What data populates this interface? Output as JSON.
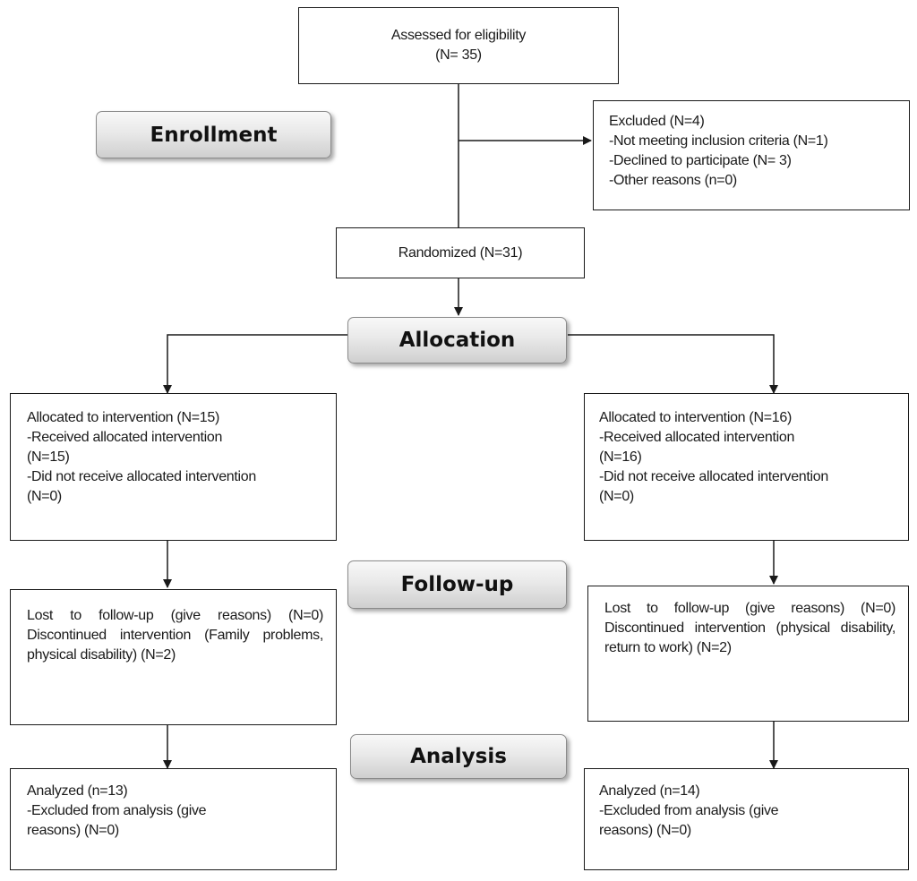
{
  "stages": {
    "enrollment": "Enrollment",
    "allocation": "Allocation",
    "follow_up": "Follow-up",
    "analysis": "Analysis"
  },
  "assessed": {
    "line1": "Assessed for eligibility",
    "line2": "(N= 35)"
  },
  "excluded": {
    "title": "Excluded  (N=4)",
    "items": [
      "-Not meeting inclusion criteria (N=1)",
      "-Declined to participate (N= 3)",
      "-Other reasons (n=0)"
    ]
  },
  "randomized": "Randomized (N=31)",
  "left_arm": {
    "allocation": [
      "Allocated to intervention  (N=15)",
      "-Received allocated intervention",
      "(N=15)",
      "-Did not receive allocated intervention",
      "(N=0)"
    ],
    "follow_up": {
      "text": "Lost to follow-up (give reasons) (N=0) Discontinued intervention (Family problems, physical disability) (N=2)"
    },
    "analysis": [
      "Analyzed (n=13)",
      "-Excluded from analysis (give",
      "reasons) (N=0)"
    ]
  },
  "right_arm": {
    "allocation": [
      "Allocated to intervention (N=16)",
      "-Received allocated intervention",
      "(N=16)",
      "-Did not receive allocated intervention",
      "(N=0)"
    ],
    "follow_up": {
      "text": "Lost to follow-up (give reasons) (N=0) Discontinued intervention (physical disability, return to work)    (N=2)"
    },
    "analysis": [
      "Analyzed (n=14)",
      "-Excluded from analysis (give",
      "reasons) (N=0)"
    ]
  }
}
